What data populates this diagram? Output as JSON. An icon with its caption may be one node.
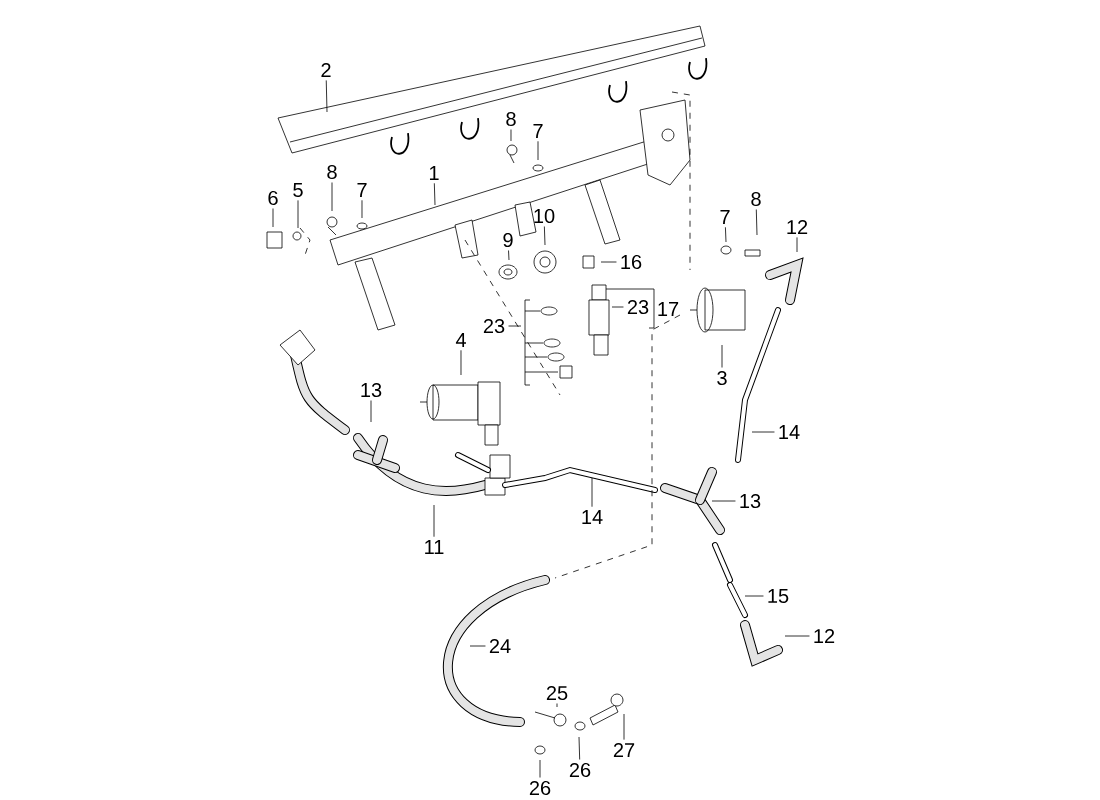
{
  "diagram": {
    "nodes": [
      {
        "text": [
          "2"
        ]
      },
      {
        "text": [
          "8"
        ]
      },
      {
        "text": [
          "7"
        ]
      },
      {
        "text": [
          "1"
        ]
      },
      {
        "text": [
          "8"
        ]
      },
      {
        "text": [
          "5"
        ]
      },
      {
        "text": [
          "6"
        ]
      },
      {
        "text": [
          "7"
        ]
      },
      {
        "text": [
          "8"
        ]
      },
      {
        "text": [
          "7"
        ]
      },
      {
        "text": [
          "10"
        ]
      },
      {
        "text": [
          "12"
        ]
      },
      {
        "text": [
          "9"
        ]
      },
      {
        "text": [
          "16"
        ]
      },
      {
        "text": [
          "23"
        ]
      },
      {
        "text": [
          "17"
        ]
      },
      {
        "text": [
          "23"
        ]
      },
      {
        "text": [
          "4"
        ]
      },
      {
        "text": [
          "3"
        ]
      },
      {
        "text": [
          "13"
        ]
      },
      {
        "text": [
          "14"
        ]
      },
      {
        "text": [
          "13"
        ]
      },
      {
        "text": [
          "14"
        ]
      },
      {
        "text": [
          "11"
        ]
      },
      {
        "text": [
          "15"
        ]
      },
      {
        "text": [
          "12"
        ]
      },
      {
        "text": [
          "24"
        ]
      },
      {
        "text": [
          "25"
        ]
      },
      {
        "text": [
          "27"
        ]
      },
      {
        "text": [
          "26"
        ]
      },
      {
        "text": [
          "26"
        ]
      }
    ],
    "edges": [
      {
        "from": 0,
        "to": null,
        "arrow": "none"
      },
      {
        "from": 1,
        "to": null,
        "arrow": "none"
      },
      {
        "from": 2,
        "to": null,
        "arrow": "none"
      },
      {
        "from": 3,
        "to": null,
        "arrow": "none"
      },
      {
        "from": 4,
        "to": null,
        "arrow": "none"
      },
      {
        "from": 5,
        "to": null,
        "arrow": "none"
      },
      {
        "from": 6,
        "to": null,
        "arrow": "none"
      },
      {
        "from": 7,
        "to": null,
        "arrow": "none"
      },
      {
        "from": 8,
        "to": null,
        "arrow": "none"
      },
      {
        "from": 9,
        "to": null,
        "arrow": "none"
      },
      {
        "from": 10,
        "to": null,
        "arrow": "none"
      },
      {
        "from": 11,
        "to": null,
        "arrow": "none"
      },
      {
        "from": 12,
        "to": null,
        "arrow": "none"
      },
      {
        "from": 13,
        "to": null,
        "arrow": "none"
      },
      {
        "from": 14,
        "to": null,
        "arrow": "none"
      },
      {
        "from": 16,
        "to": null,
        "arrow": "none"
      },
      {
        "from": 17,
        "to": null,
        "arrow": "none"
      },
      {
        "from": 18,
        "to": null,
        "arrow": "none"
      },
      {
        "from": 19,
        "to": null,
        "arrow": "none"
      },
      {
        "from": 20,
        "to": null,
        "arrow": "none"
      },
      {
        "from": 21,
        "to": null,
        "arrow": "none"
      },
      {
        "from": 22,
        "to": null,
        "arrow": "none"
      },
      {
        "from": 23,
        "to": null,
        "arrow": "none"
      },
      {
        "from": 24,
        "to": null,
        "arrow": "none"
      },
      {
        "from": 25,
        "to": null,
        "arrow": "none"
      },
      {
        "from": 26,
        "to": null,
        "arrow": "none"
      },
      {
        "from": 27,
        "to": null,
        "arrow": "none"
      },
      {
        "from": 28,
        "to": null,
        "arrow": "none"
      },
      {
        "from": 29,
        "to": null,
        "arrow": "none"
      },
      {
        "from": 30,
        "to": null,
        "arrow": "none"
      }
    ]
  }
}
